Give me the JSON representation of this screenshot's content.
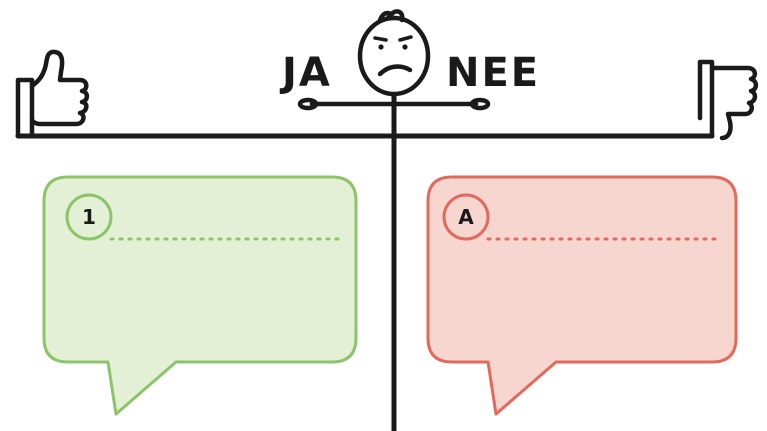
{
  "header": {
    "yes_label": "JA",
    "no_label": "NEE"
  },
  "left_card": {
    "badge": "1",
    "accent": "#8cc46a",
    "fill": "#e3f0d6"
  },
  "right_card": {
    "badge": "A",
    "accent": "#e26a5c",
    "fill": "#f8d6d0"
  },
  "icons": {
    "yes": "thumbs-up-icon",
    "no": "thumbs-down-icon",
    "person": "worried-stick-figure-icon"
  },
  "colors": {
    "line": "#1a1a1a",
    "background": "#ffffff"
  }
}
